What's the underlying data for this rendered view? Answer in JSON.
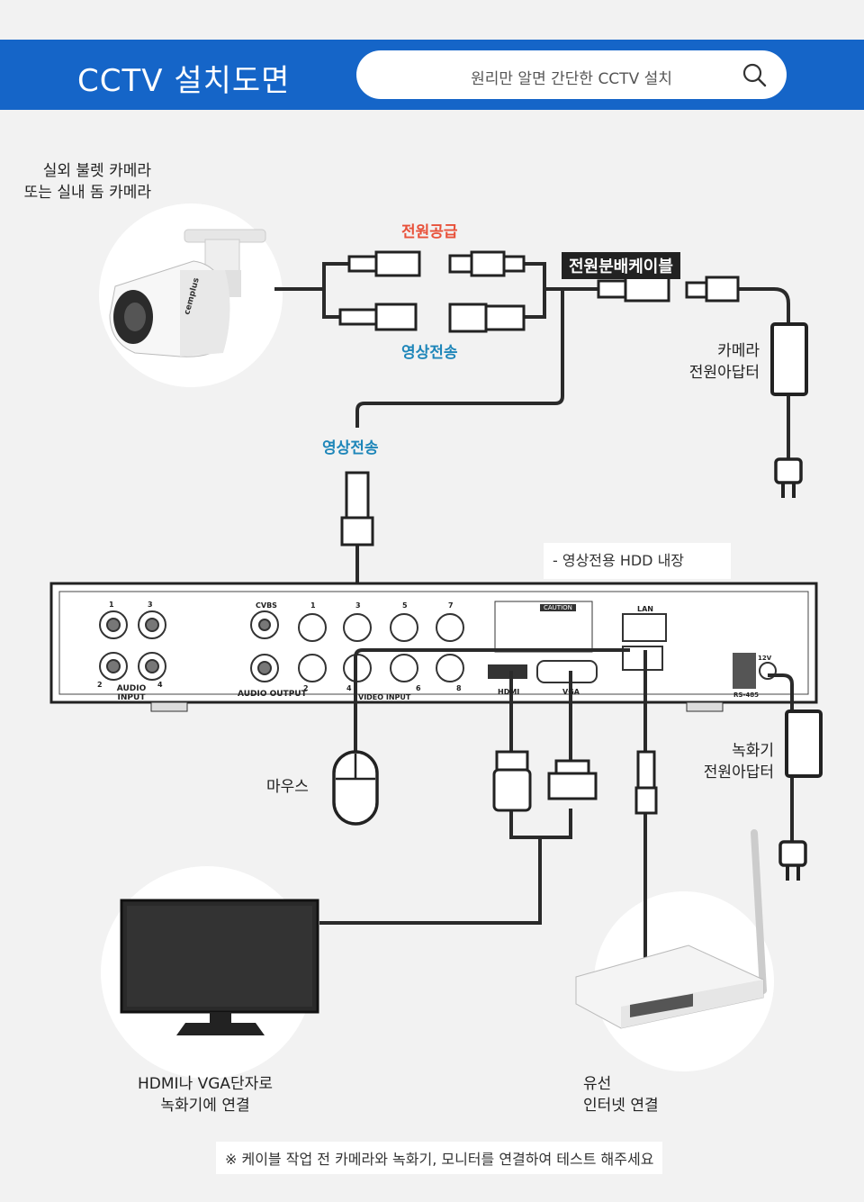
{
  "header": {
    "title": "CCTV 설치도면",
    "search_text": "원리만 알면 간단한 CCTV 설치"
  },
  "labels": {
    "camera_line1": "실외 불렛 카메라",
    "camera_line2": "또는 실내 돔 카메라",
    "power_supply": "전원공급",
    "video_top": "영상전송",
    "splitter": "전원분배케이블",
    "cam_adapter_line1": "카메라",
    "cam_adapter_line2": "전원아답터",
    "video_mid": "영상전송",
    "hdd": "- 영상전용 HDD 내장",
    "mouse": "마우스",
    "dvr_adapter_line1": "녹화기",
    "dvr_adapter_line2": "전원아답터",
    "monitor_line1": "HDMI나 VGA단자로",
    "monitor_line2": "녹화기에 연결",
    "router_line1": "유선",
    "router_line2": "인터넷 연결",
    "note": "※ 케이블 작업 전 카메라와 녹화기, 모니터를 연결하여 테스트 해주세요"
  },
  "camera_brand": "cemplus",
  "dvr": {
    "audio_input": "AUDIO INPUT",
    "audio_output": "AUDIO OUTPUT",
    "cvbs": "CVBS",
    "video_input": "VIDEO INPUT",
    "hdmi": "HDMI",
    "vga": "VGA",
    "lan": "LAN",
    "caution": "CAUTION",
    "rs485": "RS-485",
    "dc": "12V",
    "audio_nums": [
      "1",
      "3",
      "2",
      "4"
    ],
    "video_nums": [
      "1",
      "3",
      "5",
      "7",
      "2",
      "4",
      "6",
      "8"
    ]
  },
  "colors": {
    "header_bg": "#1565c8",
    "red_label": "#e8513a",
    "teal_label": "#1e86b9",
    "cable": "#2a2a2a"
  }
}
